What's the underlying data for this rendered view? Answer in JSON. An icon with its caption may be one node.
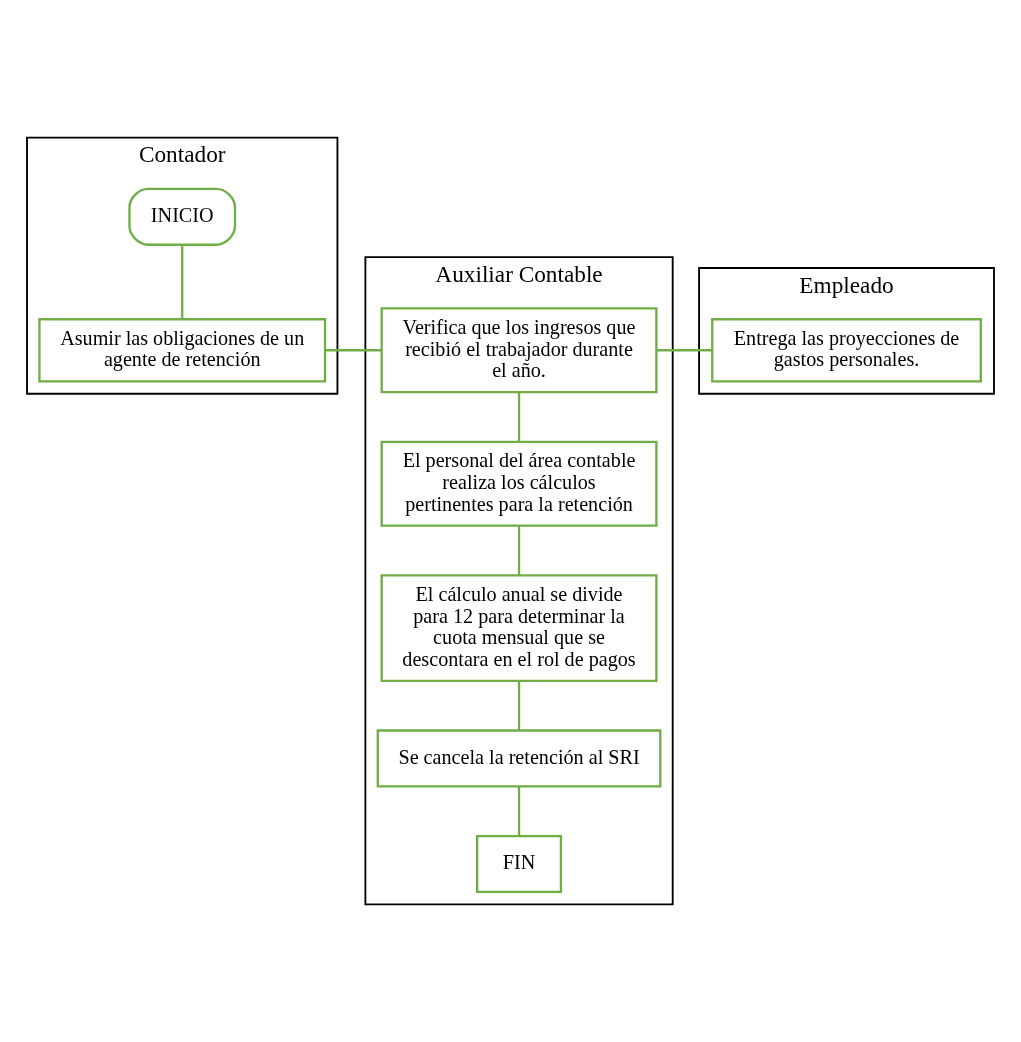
{
  "diagram": {
    "nodes": [
      {
        "text": [
          "Contador"
        ]
      },
      {
        "text": [
          "Auxiliar Contable"
        ]
      },
      {
        "text": [
          "Empleado"
        ]
      },
      {
        "text": [
          "INICIO"
        ],
        "in": 0
      },
      {
        "text": [
          "Asumir las obligaciones de un agente de retención"
        ],
        "in": 0
      },
      {
        "text": [
          "Verifica que los ingresos que recibió el trabajador durante el año."
        ],
        "in": 1
      },
      {
        "text": [
          "Entrega las proyecciones de gastos personales."
        ],
        "in": 2
      },
      {
        "text": [
          "El personal del área contable realiza los cálculos pertinentes para la retención"
        ],
        "in": 1
      },
      {
        "text": [
          "El cálculo anual se divide para 12 para determinar la cuota mensual que se descontara en el rol de pagos"
        ],
        "in": 1
      },
      {
        "text": [
          "Se cancela la retención al SRI"
        ],
        "in": 1
      },
      {
        "text": [
          "FIN"
        ],
        "in": 1
      }
    ],
    "edges": [
      {
        "from": 3,
        "to": 4,
        "arrow": "none"
      },
      {
        "from": 4,
        "to": 5,
        "arrow": "none"
      },
      {
        "from": 5,
        "to": 6,
        "arrow": "none"
      },
      {
        "from": 5,
        "to": 7,
        "arrow": "none"
      },
      {
        "from": 7,
        "to": 8,
        "arrow": "none"
      },
      {
        "from": 8,
        "to": 9,
        "arrow": "none"
      },
      {
        "from": 9,
        "to": 10,
        "arrow": "none"
      }
    ]
  }
}
